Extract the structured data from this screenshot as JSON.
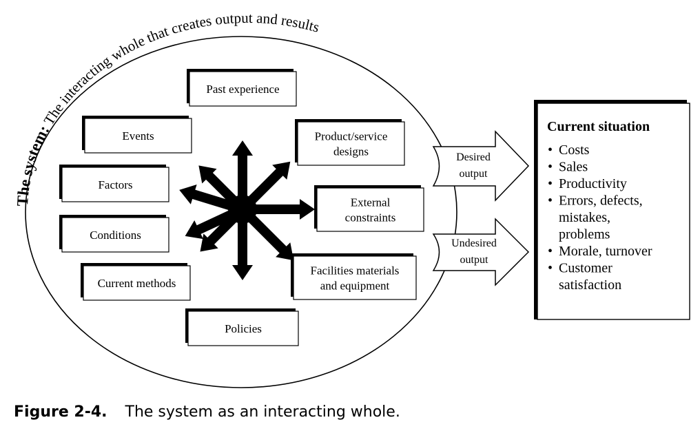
{
  "system_label": {
    "bold": "The system:",
    "rest": " The interacting whole that creates output and results"
  },
  "inputs": [
    {
      "id": "past-experience",
      "lines": [
        "Past experience"
      ]
    },
    {
      "id": "events",
      "lines": [
        "Events"
      ]
    },
    {
      "id": "product-service-designs",
      "lines": [
        "Product/service",
        "designs"
      ]
    },
    {
      "id": "factors",
      "lines": [
        "Factors"
      ]
    },
    {
      "id": "external-constraints",
      "lines": [
        "External",
        "constraints"
      ]
    },
    {
      "id": "conditions",
      "lines": [
        "Conditions"
      ]
    },
    {
      "id": "current-methods",
      "lines": [
        "Current methods"
      ]
    },
    {
      "id": "facilities",
      "lines": [
        "Facilities materials",
        "and equipment"
      ]
    },
    {
      "id": "policies",
      "lines": [
        "Policies"
      ]
    }
  ],
  "outputs": {
    "desired": [
      "Desired",
      "output"
    ],
    "undesired": [
      "Undesired",
      "output"
    ]
  },
  "current_situation": {
    "title": "Current situation",
    "items": [
      [
        "Costs"
      ],
      [
        "Sales"
      ],
      [
        "Productivity"
      ],
      [
        "Errors, defects,",
        "mistakes,",
        "problems"
      ],
      [
        "Morale, turnover"
      ],
      [
        "Customer",
        "satisfaction"
      ]
    ]
  },
  "caption": {
    "number": "Figure 2-4.",
    "text": "The system as an interacting whole."
  }
}
